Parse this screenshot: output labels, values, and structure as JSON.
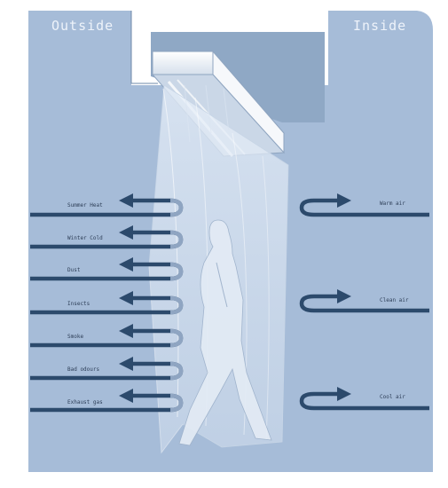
{
  "titles": {
    "outside": "Outside",
    "inside": "Inside"
  },
  "outgoing": [
    "Summer Heat",
    "Winter Cold",
    "Dust",
    "Insects",
    "Smoke",
    "Bad odours",
    "Exhaust gas"
  ],
  "incoming": [
    "Warm air",
    "Clean air",
    "Cool air"
  ],
  "colors": {
    "background": "#a6bcd8",
    "arrow": "#2c4a6c",
    "arrow_light": "#7c93b3",
    "ceiling": "#8fa7c4",
    "unit": "#f4f6fa",
    "curtain": "#c3d4e8"
  }
}
